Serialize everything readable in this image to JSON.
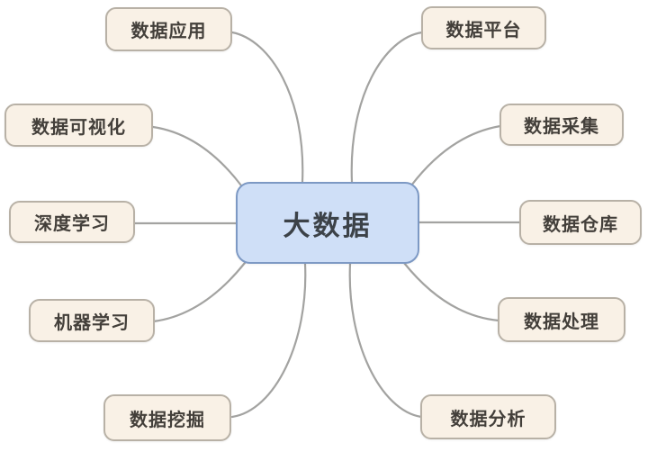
{
  "diagram": {
    "type": "mindmap",
    "center": {
      "label": "大数据"
    },
    "branches_left": [
      {
        "id": "data-application",
        "label": "数据应用"
      },
      {
        "id": "data-visualization",
        "label": "数据可视化"
      },
      {
        "id": "deep-learning",
        "label": "深度学习"
      },
      {
        "id": "machine-learning",
        "label": "机器学习"
      },
      {
        "id": "data-mining",
        "label": "数据挖掘"
      }
    ],
    "branches_right": [
      {
        "id": "data-platform",
        "label": "数据平台"
      },
      {
        "id": "data-collection",
        "label": "数据采集"
      },
      {
        "id": "data-warehouse",
        "label": "数据仓库"
      },
      {
        "id": "data-processing",
        "label": "数据处理"
      },
      {
        "id": "data-analysis",
        "label": "数据分析"
      }
    ],
    "colors": {
      "center_fill": "#cfdff7",
      "center_border": "#7d99c4",
      "branch_fill": "#f9f1e6",
      "branch_border": "#b8b1a6",
      "line": "#a3a3a1",
      "text": "#433f3a",
      "center_text": "#3c4248",
      "background": "#ffffff"
    }
  }
}
